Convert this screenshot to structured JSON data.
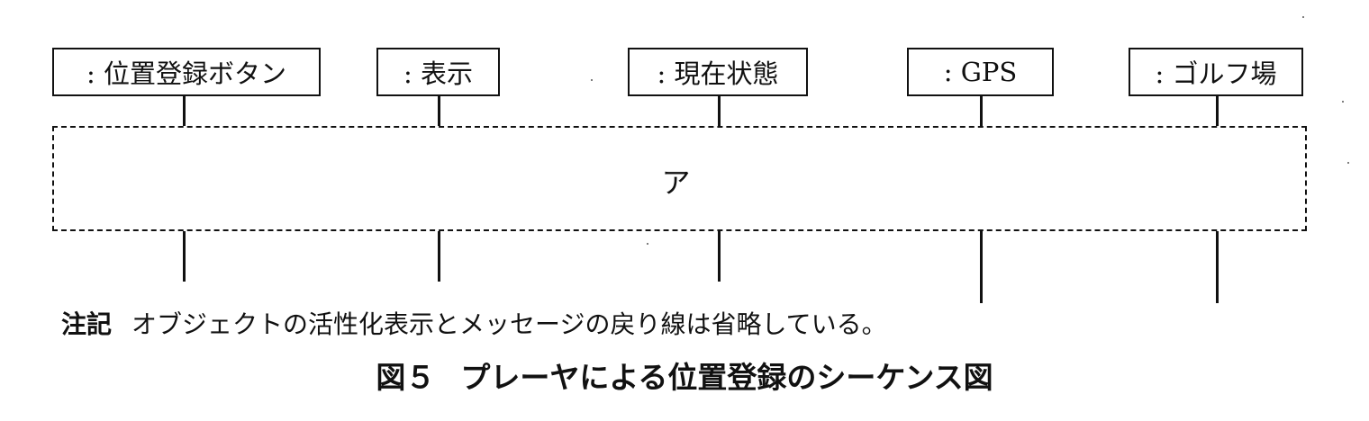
{
  "objects": [
    {
      "id": "position-button",
      "label": ": 位置登録ボタン"
    },
    {
      "id": "display",
      "label": ": 表示"
    },
    {
      "id": "current-state",
      "label": ": 現在状態"
    },
    {
      "id": "gps",
      "label": ": GPS"
    },
    {
      "id": "golf-course",
      "label": ": ゴルフ場"
    }
  ],
  "fragment": {
    "label": "ア"
  },
  "note": {
    "heading": "注記",
    "text": "オブジェクトの活性化表示とメッセージの戻り線は省略している。"
  },
  "caption": {
    "number": "図５",
    "title": "プレーヤによる位置登録のシーケンス図"
  }
}
